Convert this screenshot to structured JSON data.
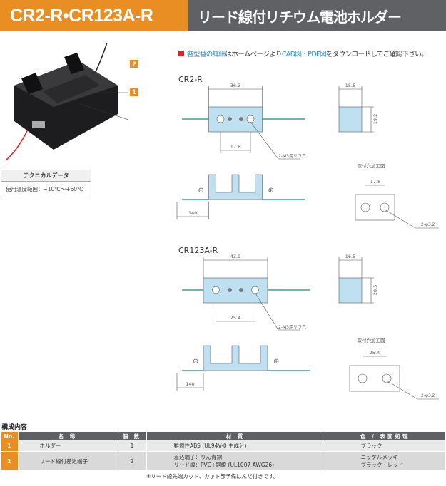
{
  "header": {
    "model": "CR2-R•CR123A-R",
    "title": "リード線付リチウム電池ホルダー"
  },
  "notice": {
    "part1": "各型番の詳細",
    "part2": "はホームページより",
    "part3": "CAD図・PDF図",
    "part4": "をダウンロードしてご確認下さい。"
  },
  "callouts": [
    "1",
    "2"
  ],
  "technical": {
    "title": "テクニカルデータ",
    "value": "使用温度範囲：−10℃〜+60℃"
  },
  "products": [
    {
      "name": "CR2-R",
      "width": "36.3",
      "pitch": "17.8",
      "hole": "2-M3用サラ穴",
      "depth": "15.5",
      "height": "19.2",
      "lead": "140",
      "mount_title": "取付穴加工図",
      "mount_pitch": "17.8",
      "mount_hole": "2-φ3.2",
      "minus": "⊖",
      "plus": "⊕"
    },
    {
      "name": "CR123A-R",
      "width": "43.9",
      "pitch": "25.4",
      "hole": "2-M3用サラ穴",
      "depth": "16.5",
      "height": "20.5",
      "lead": "140",
      "mount_title": "取付穴加工図",
      "mount_pitch": "25.4",
      "mount_hole": "2-φ3.2",
      "minus": "⊖",
      "plus": "⊕"
    }
  ],
  "components": {
    "title": "構成内容",
    "headers": [
      "No.",
      "名 称",
      "個 数",
      "材 質",
      "色 / 表面処理"
    ],
    "rows": [
      {
        "no": "1",
        "name": "ホルダー",
        "qty": "1",
        "material": [
          "難燃性ABS (UL94V-0 主成分)"
        ],
        "color": [
          "ブラック"
        ]
      },
      {
        "no": "2",
        "name": "リード線付差込端子",
        "qty": "2",
        "material": [
          "差込端子：りん青銅",
          "リード線：PVC+銅線 (UL1007 AWG26)"
        ],
        "color": [
          "ニッケルメッキ",
          "ブラック・レッド"
        ]
      }
    ],
    "footnote": "※リード線先端カット、カット部予備はんだ付きです。"
  },
  "colors": {
    "orange": "#e98e22",
    "gray": "#606164",
    "blue": "#2a8bd0",
    "part": "#bfe0f0"
  }
}
